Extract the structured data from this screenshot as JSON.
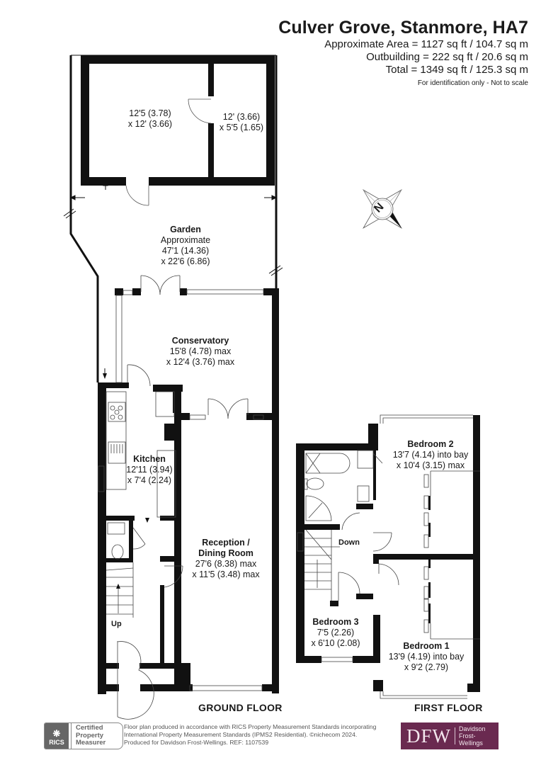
{
  "header": {
    "title": "Culver Grove, Stanmore, HA7",
    "approximate_area": "Approximate Area = 1127 sq ft / 104.7 sq m",
    "outbuilding": "Outbuilding = 222 sq ft / 20.6 sq m",
    "total": "Total = 1349 sq ft / 125.3 sq m",
    "disclaimer": "For identification only - Not to scale"
  },
  "compass": {
    "label": "N",
    "icon": "compass-north-icon"
  },
  "rooms": {
    "outbuilding_main": {
      "dims1": "12'5 (3.78)",
      "dims2": "x 12' (3.66)"
    },
    "outbuilding_side": {
      "dims1": "12' (3.66)",
      "dims2": "x 5'5 (1.65)"
    },
    "garden": {
      "name": "Garden",
      "note": "Approximate",
      "dims1": "47'1 (14.36)",
      "dims2": "x 22'6 (6.86)"
    },
    "conservatory": {
      "name": "Conservatory",
      "dims1": "15'8 (4.78) max",
      "dims2": "x 12'4 (3.76) max"
    },
    "kitchen": {
      "name": "Kitchen",
      "dims1": "12'11 (3.94)",
      "dims2": "x 7'4 (2.24)"
    },
    "reception": {
      "name1": "Reception /",
      "name2": "Dining Room",
      "dims1": "27'6 (8.38) max",
      "dims2": "x 11'5 (3.48) max"
    },
    "bedroom2": {
      "name": "Bedroom 2",
      "dims1": "13'7 (4.14) into bay",
      "dims2": "x 10'4 (3.15) max"
    },
    "bedroom3": {
      "name": "Bedroom 3",
      "dims1": "7'5 (2.26)",
      "dims2": "x 6'10 (2.08)"
    },
    "bedroom1": {
      "name": "Bedroom 1",
      "dims1": "13'9 (4.19) into bay",
      "dims2": "x 9'2 (2.79)"
    }
  },
  "stairs": {
    "up": "Up",
    "down": "Down"
  },
  "floors": {
    "ground": "GROUND FLOOR",
    "first": "FIRST FLOOR"
  },
  "footer": {
    "rics_badge": {
      "logo": "RICS",
      "line1": "Certified",
      "line2": "Property",
      "line3": "Measurer"
    },
    "text_line1": "Floor plan produced in accordance with RICS Property Measurement Standards incorporating",
    "text_line2": "International Property Measurement Standards (IPMS2 Residential).  ©nichecom 2024.",
    "text_line3": "Produced for Davidson Frost-Wellings.   REF:  1107539",
    "agent_logo": {
      "monogram": "DFW",
      "name1": "Davidson",
      "name2": "Frost-Wellings",
      "brand_color": "#6a2a50"
    }
  }
}
